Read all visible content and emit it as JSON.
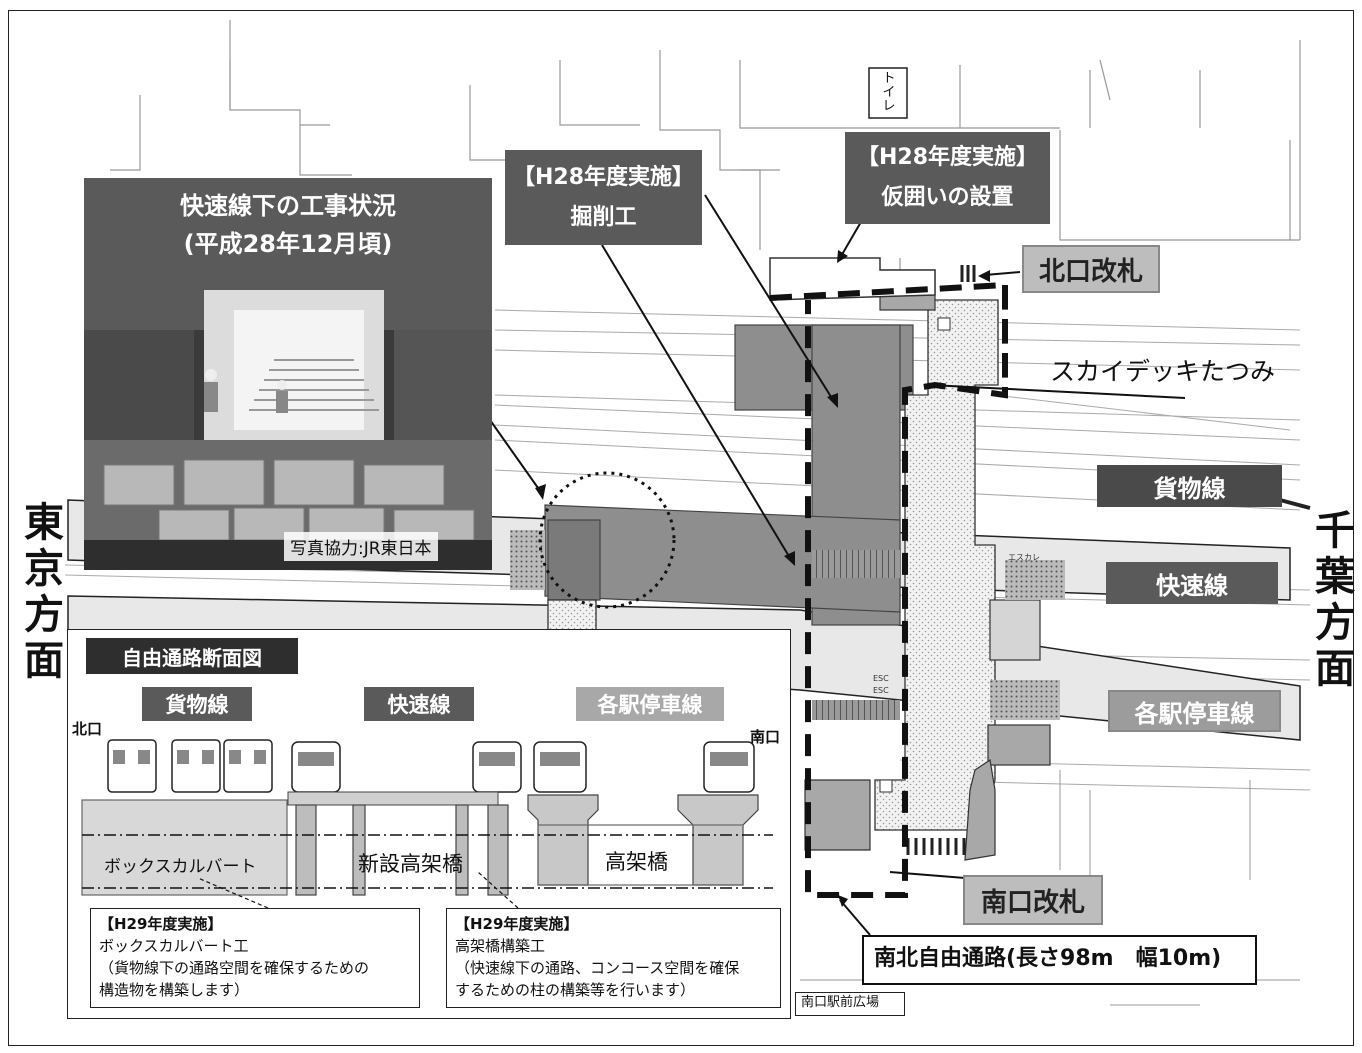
{
  "photo_panel": {
    "title_line1": "快速線下の工事状況",
    "title_line2": "(平成28年12月頃)",
    "credit": "写真協力:JR東日本"
  },
  "callouts": {
    "excavation_tag": "【H28年度実施】",
    "excavation_label": "掘削工",
    "fence_tag": "【H28年度実施】",
    "fence_label": "仮囲いの設置",
    "north_gate": "北口改札",
    "south_gate": "南口改札",
    "sky_deck": "スカイデッキたつみ",
    "passage": "南北自由通路(長さ98m　幅10m)",
    "south_plaza": "南口駅前広場",
    "toilet": "トイレ",
    "esc_small": "エスカレ",
    "esc_1": "ESC",
    "esc_2": "ESC"
  },
  "directions": {
    "west": "東京方面",
    "east": "千葉方面"
  },
  "lines": {
    "freight": "貨物線",
    "rapid": "快速線",
    "local": "各駅停車線"
  },
  "section": {
    "title": "自由通路断面図",
    "freight": "貨物線",
    "rapid": "快速線",
    "local": "各駅停車線",
    "north": "北口",
    "south": "南口",
    "box_culvert": "ボックスカルバート",
    "new_viaduct": "新設高架橋",
    "viaduct": "高架橋",
    "note1_tag": "【H29年度実施】",
    "note1_line1": "ボックスカルバート工",
    "note1_line2": "（貨物線下の通路空間を確保するための",
    "note1_line3": "構造物を構築します）",
    "note2_tag": "【H29年度実施】",
    "note2_line1": "高架橋構築工",
    "note2_line2": "（快速線下の通路、コンコース空間を確保",
    "note2_line3": "するための柱の構築等を行います）"
  },
  "colors": {
    "label_dark": "#5a5a5a",
    "label_light": "#bdbdbd",
    "excavation_fill": "#8c8c8c",
    "track_fill": "#e6e6e6"
  }
}
